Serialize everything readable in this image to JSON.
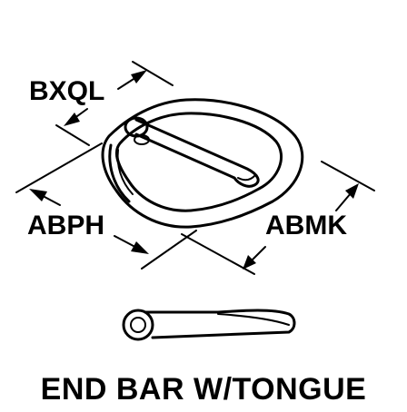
{
  "diagram": {
    "labels": {
      "bxql": "BXQL",
      "abph": "ABPH",
      "abmk": "ABMK"
    },
    "caption": "END BAR W/TONGUE",
    "colors": {
      "ink": "#000000",
      "paper": "#ffffff"
    }
  }
}
